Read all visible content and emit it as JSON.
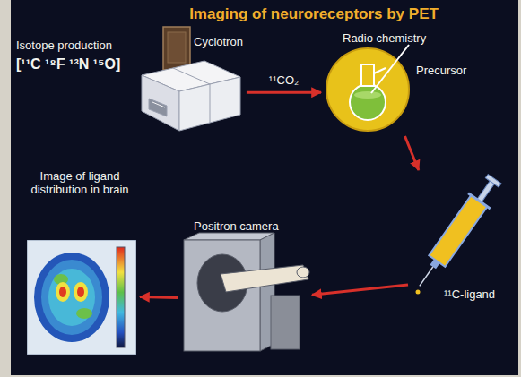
{
  "diagram": {
    "title": "Imaging of neuroreceptors by PET",
    "nodes": [
      {
        "text": [
          "Isotope production",
          "[¹¹C ¹⁸F ¹³N ¹⁵O]",
          "Cyclotron"
        ]
      },
      {
        "text": [
          "Radio chemistry",
          "Precursor"
        ]
      },
      {
        "text": [
          "¹¹C-ligand"
        ]
      },
      {
        "text": [
          "Positron camera"
        ]
      },
      {
        "text": [
          "Image of ligand distribution in brain"
        ]
      }
    ],
    "edges": [
      {
        "from": 0,
        "to": 1,
        "label": "¹¹CO₂",
        "arrow": "to"
      },
      {
        "from": 1,
        "to": 2,
        "arrow": "to"
      },
      {
        "from": 2,
        "to": 3,
        "arrow": "to"
      },
      {
        "from": 3,
        "to": 4,
        "arrow": "to"
      }
    ]
  }
}
